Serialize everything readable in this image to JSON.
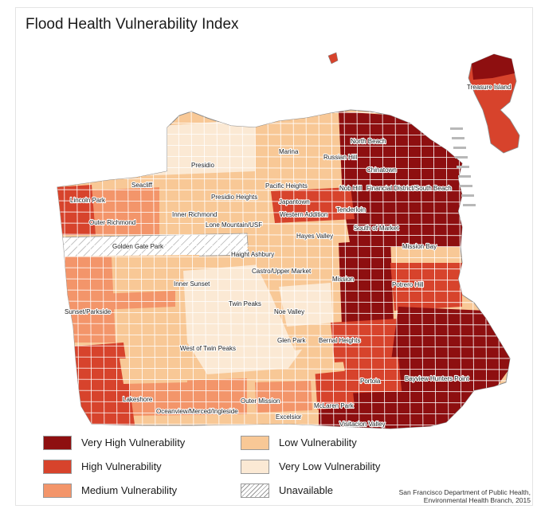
{
  "title": "Flood Health Vulnerability Index",
  "colors": {
    "very_high": "#8e0f10",
    "high": "#d7432c",
    "medium": "#f3956a",
    "low": "#f8c896",
    "very_low": "#fbe9d4",
    "unavailable": "#ffffff",
    "tract_line": "#ffffff"
  },
  "legend": [
    {
      "key": "very_high",
      "label": "Very High Vulnerability"
    },
    {
      "key": "high",
      "label": "High Vulnerability"
    },
    {
      "key": "medium",
      "label": "Medium Vulnerability"
    },
    {
      "key": "low",
      "label": "Low Vulnerability"
    },
    {
      "key": "very_low",
      "label": "Very Low Vulnerability"
    },
    {
      "key": "unavailable",
      "label": "Unavailable"
    }
  ],
  "source_line1": "San Francisco Department of Public Health,",
  "source_line2": "Environmental Health Branch, 2015",
  "neighborhoods": [
    {
      "name": "Treasure Island",
      "level": "high"
    },
    {
      "name": "North Beach",
      "level": "very_high"
    },
    {
      "name": "Marina",
      "level": "low"
    },
    {
      "name": "Russian Hill",
      "level": "low"
    },
    {
      "name": "Presidio",
      "level": "very_low"
    },
    {
      "name": "Chinatown",
      "level": "very_high"
    },
    {
      "name": "Seacliff",
      "level": "low"
    },
    {
      "name": "Pacific Heights",
      "level": "low"
    },
    {
      "name": "Nob Hill",
      "level": "high"
    },
    {
      "name": "Financial District/South Beach",
      "level": "very_high"
    },
    {
      "name": "Lincoln Park",
      "level": "high"
    },
    {
      "name": "Presidio Heights",
      "level": "low"
    },
    {
      "name": "Japantown",
      "level": "high"
    },
    {
      "name": "Inner Richmond",
      "level": "low"
    },
    {
      "name": "Western Addition",
      "level": "high"
    },
    {
      "name": "Tenderloin",
      "level": "very_high"
    },
    {
      "name": "Outer Richmond",
      "level": "medium"
    },
    {
      "name": "Lone Mountain/USF",
      "level": "low"
    },
    {
      "name": "South of Market",
      "level": "very_high"
    },
    {
      "name": "Hayes Valley",
      "level": "high"
    },
    {
      "name": "Golden Gate Park",
      "level": "unavailable"
    },
    {
      "name": "Mission Bay",
      "level": "very_high"
    },
    {
      "name": "Haight Ashbury",
      "level": "low"
    },
    {
      "name": "Castro/Upper Market",
      "level": "low"
    },
    {
      "name": "Inner Sunset",
      "level": "low"
    },
    {
      "name": "Mission",
      "level": "very_high"
    },
    {
      "name": "Potrero Hill",
      "level": "high"
    },
    {
      "name": "Twin Peaks",
      "level": "very_low"
    },
    {
      "name": "Sunset/Parkside",
      "level": "medium"
    },
    {
      "name": "Noe Valley",
      "level": "very_low"
    },
    {
      "name": "Glen Park",
      "level": "low"
    },
    {
      "name": "Bernal Heights",
      "level": "high"
    },
    {
      "name": "West of Twin Peaks",
      "level": "very_low"
    },
    {
      "name": "Portola",
      "level": "high"
    },
    {
      "name": "Bayview Hunters Point",
      "level": "very_high"
    },
    {
      "name": "Lakeshore",
      "level": "high"
    },
    {
      "name": "Outer Mission",
      "level": "medium"
    },
    {
      "name": "McLaren Park",
      "level": "high"
    },
    {
      "name": "Oceanview/Merced/Ingleside",
      "level": "medium"
    },
    {
      "name": "Excelsior",
      "level": "medium"
    },
    {
      "name": "Visitacion Valley",
      "level": "very_high"
    }
  ]
}
